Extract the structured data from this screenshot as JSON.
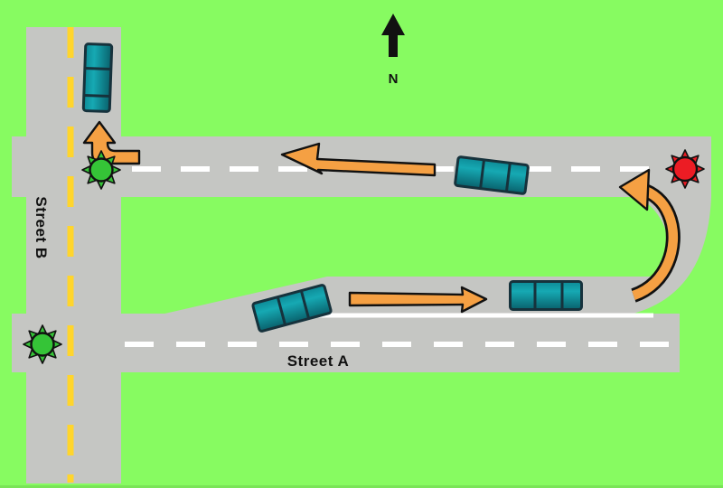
{
  "diagram": {
    "title": "traffic-intersection-u-turn-diagram",
    "labels": {
      "street_a": "Street A",
      "street_b": "Street B",
      "north": "N"
    },
    "roads": [
      {
        "id": "street-b",
        "orientation": "vertical",
        "centerline": "yellow-dashed"
      },
      {
        "id": "upper-road",
        "orientation": "horizontal",
        "centerline": "white-dashed"
      },
      {
        "id": "street-a",
        "orientation": "horizontal",
        "centerline": "white-dashed"
      },
      {
        "id": "merge-lane",
        "orientation": "horizontal",
        "edge": "white-solid",
        "connects": "street-a-to-upper-road-via-right-curve"
      }
    ],
    "signals": [
      {
        "id": "signal-street-b-upper",
        "state": "green"
      },
      {
        "id": "signal-street-b-lower",
        "state": "green"
      },
      {
        "id": "signal-upper-road-right",
        "state": "red"
      }
    ],
    "vehicles": [
      {
        "id": "car-street-b",
        "road": "street-b",
        "heading": "north"
      },
      {
        "id": "car-upper-road",
        "road": "upper-road",
        "heading": "west"
      },
      {
        "id": "car-merging",
        "road": "merge-lane",
        "heading": "east-northeast"
      },
      {
        "id": "car-merge-lane",
        "road": "merge-lane",
        "heading": "east"
      }
    ],
    "arrows": [
      {
        "id": "left-turn-arrow",
        "meaning": "turn north onto Street B"
      },
      {
        "id": "westbound-arrow",
        "meaning": "travel west on upper road"
      },
      {
        "id": "eastbound-arrow",
        "meaning": "travel east in merge lane"
      },
      {
        "id": "u-turn-arrow",
        "meaning": "curve from merge lane up to upper road"
      }
    ]
  },
  "colors": {
    "grass": "#87FB61",
    "grass-shadow": "#79E457",
    "road": "#C5C6C3",
    "lane-yellow": "#FFD52C",
    "marking-white": "#FFFFFF",
    "car-teal": "#0F929E",
    "car-outline": "#16323C",
    "arrow-orange": "#F5A043",
    "outline-black": "#111111",
    "signal-green": "#35C437",
    "signal-red": "#EC1C24"
  }
}
